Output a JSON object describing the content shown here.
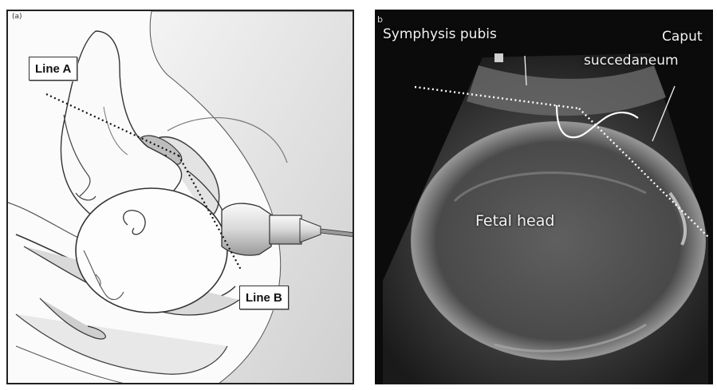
{
  "panel_a": {
    "letter": "(a)",
    "line_a_label": "Line A",
    "line_b_label": "Line B"
  },
  "panel_b": {
    "letter": "b",
    "symphysis_label": "Symphysis pubis",
    "caput_label_line1": "Caput",
    "caput_label_line2": "succedaneum",
    "fetal_head_label": "Fetal head"
  }
}
